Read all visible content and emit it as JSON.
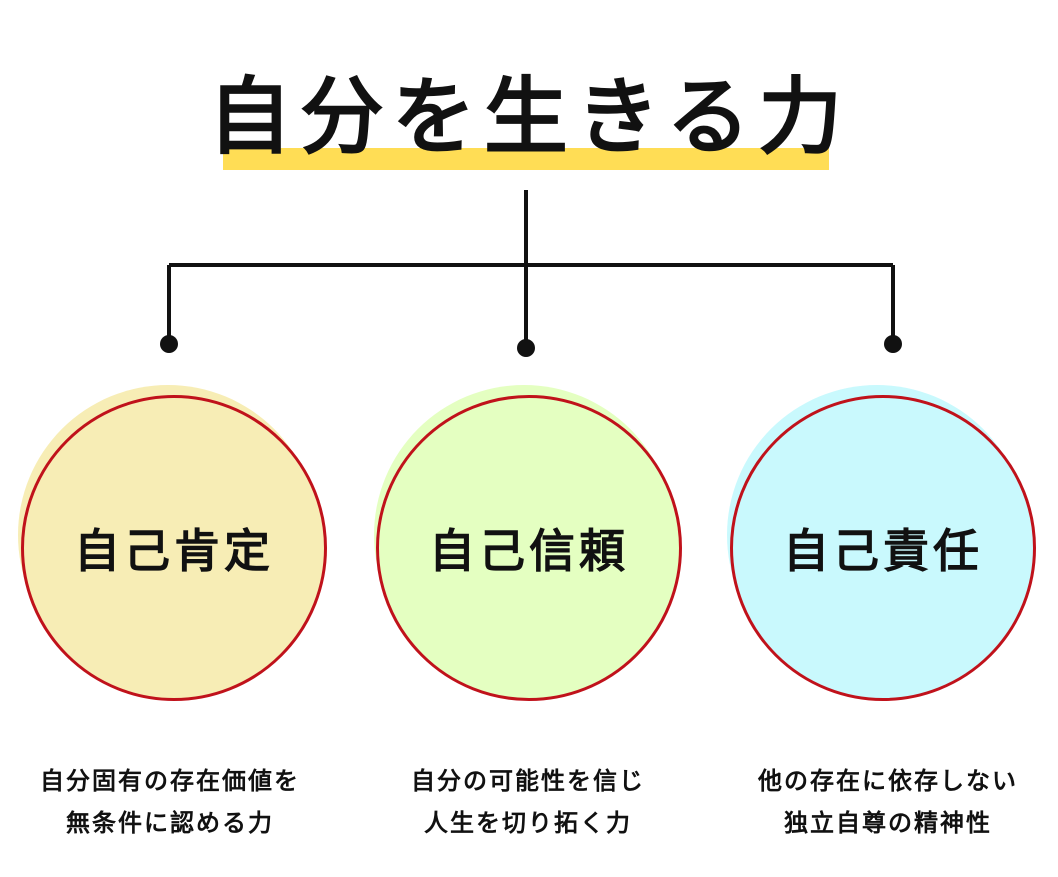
{
  "title": "自分を生きる力",
  "colors": {
    "highlight": "#ffdd55",
    "circle_border": "#c0121b",
    "line": "#111111",
    "circle1_fill": "#f7edb5",
    "circle2_fill": "#e4ffc1",
    "circle3_fill": "#c9f9fd"
  },
  "nodes": [
    {
      "label": "自己肯定",
      "caption_line1": "自分固有の存在価値を",
      "caption_line2": "無条件に認める力"
    },
    {
      "label": "自己信頼",
      "caption_line1": "自分の可能性を信じ",
      "caption_line2": "人生を切り拓く力"
    },
    {
      "label": "自己責任",
      "caption_line1": "他の存在に依存しない",
      "caption_line2": "独立自尊の精神性"
    }
  ]
}
